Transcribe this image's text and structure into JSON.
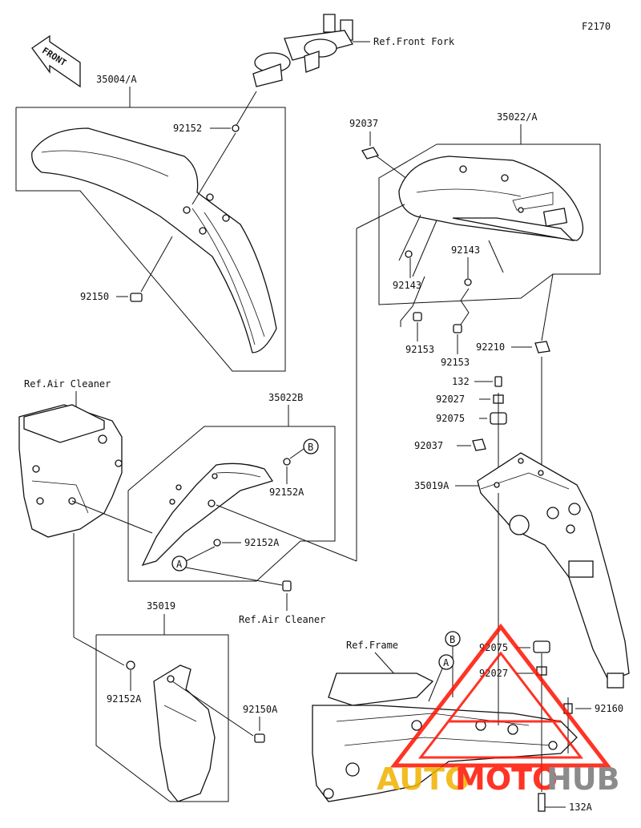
{
  "figure_id": "F2170",
  "front_label": "FRONT",
  "refs": {
    "front_fork": "Ref.Front Fork",
    "air_cleaner_top": "Ref.Air Cleaner",
    "air_cleaner_bottom": "Ref.Air Cleaner",
    "frame": "Ref.Frame"
  },
  "assemblies": {
    "front_fender": "35004/A",
    "rear_fender": "35022/A",
    "flap_b": "35022B",
    "flap": "35019",
    "rear_bracket": "35019A"
  },
  "parts": {
    "p92152": "92152",
    "p92150": "92150",
    "p92037_top": "92037",
    "p92143_left": "92143",
    "p92143_right": "92143",
    "p92153_left": "92153",
    "p92153_right": "92153",
    "p92210": "92210",
    "p132": "132",
    "p92027_top": "92027",
    "p92075_top": "92075",
    "p92037_mid": "92037",
    "p92152A_1": "92152A",
    "p92152A_2": "92152A",
    "p92152A_3": "92152A",
    "p92150A": "92150A",
    "p92075_bottom": "92075",
    "p92027_bottom": "92027",
    "p92160": "92160",
    "p132A": "132A"
  },
  "callouts": {
    "a1": "A",
    "a2": "A",
    "b1": "B",
    "b2": "B"
  },
  "watermark": {
    "text1": "AUTO",
    "text2": "MOTO",
    "text3": "HUB",
    "color1": "#f0b100",
    "color2": "#ff1100",
    "color3": "#777777"
  }
}
